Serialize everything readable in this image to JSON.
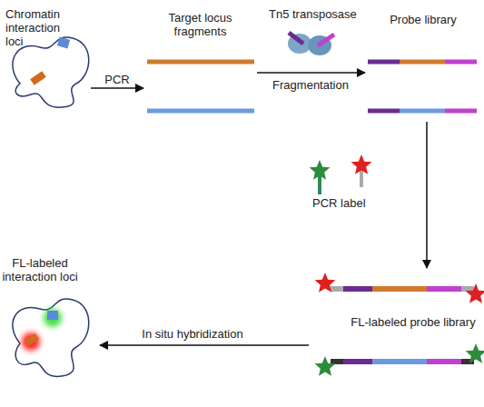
{
  "diagram": {
    "nodes": [
      {
        "text": [
          "Chromatin interaction loci"
        ]
      },
      {
        "text": [
          "Target locus fragments"
        ]
      },
      {
        "text": [
          "Probe library"
        ]
      },
      {
        "text": [
          "FL-labeled probe library"
        ]
      },
      {
        "text": [
          "FL-labeled interaction loci"
        ]
      }
    ],
    "edges": [
      {
        "from": 0,
        "to": 1,
        "label": "PCR",
        "arrow": "to"
      },
      {
        "from": 1,
        "to": 2,
        "label": "Fragmentation",
        "arrow": "to"
      },
      {
        "from": 2,
        "to": 3,
        "label": "PCR label",
        "arrow": "to"
      },
      {
        "from": 3,
        "to": 4,
        "label": "In situ hybridization",
        "arrow": "to"
      }
    ],
    "labels": [
      "Tn5 transposase"
    ]
  }
}
